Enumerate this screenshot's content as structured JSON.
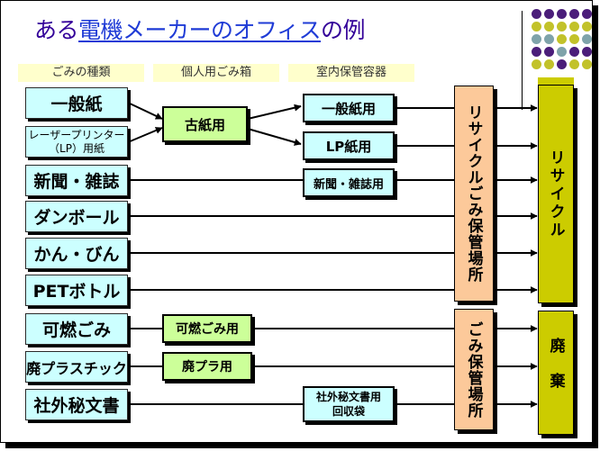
{
  "title": {
    "prefix": "ある",
    "highlight": "電機メーカーのオフィス",
    "suffix": "の例"
  },
  "headers": {
    "col1": "ごみの種類",
    "col2": "個人用ごみ箱",
    "col3": "室内保管容器"
  },
  "sources": {
    "paper": "一般紙",
    "laser_line1": "レーザープリンター",
    "laser_line2": "（LP）用紙",
    "newspaper": "新聞・雑誌",
    "cardboard": "ダンボール",
    "cans": "かん・びん",
    "pet": "PETボトル",
    "burnable": "可燃ごみ",
    "plastic": "廃プラスチック",
    "confidential": "社外秘文書"
  },
  "bins": {
    "paper": "古紙用",
    "burnable": "可燃ごみ用",
    "plastic": "廃プラ用"
  },
  "containers": {
    "paper": "一般紙用",
    "lp": "LP紙用",
    "newspaper": "新聞・雑誌用",
    "confidential_line1": "社外秘文書用",
    "confidential_line2": "回収袋"
  },
  "storage": {
    "recycle": "リサイクルごみ保管場所",
    "waste": "ごみ保管場所"
  },
  "final": {
    "recycle": "リサイクル",
    "disposal": "廃棄"
  },
  "colors": {
    "title": "#330099",
    "title_highlight": "#1f3bd6",
    "header_bg": "#ffffcc",
    "source_bg": "#ccffff",
    "bin_bg": "#ccff99",
    "storage_bg": "#fcc99a",
    "final_bg": "#cccc00",
    "dot_purple": "#4b1e7a",
    "dot_olive": "#c2c22a",
    "dot_teal": "#7fa3aa"
  }
}
